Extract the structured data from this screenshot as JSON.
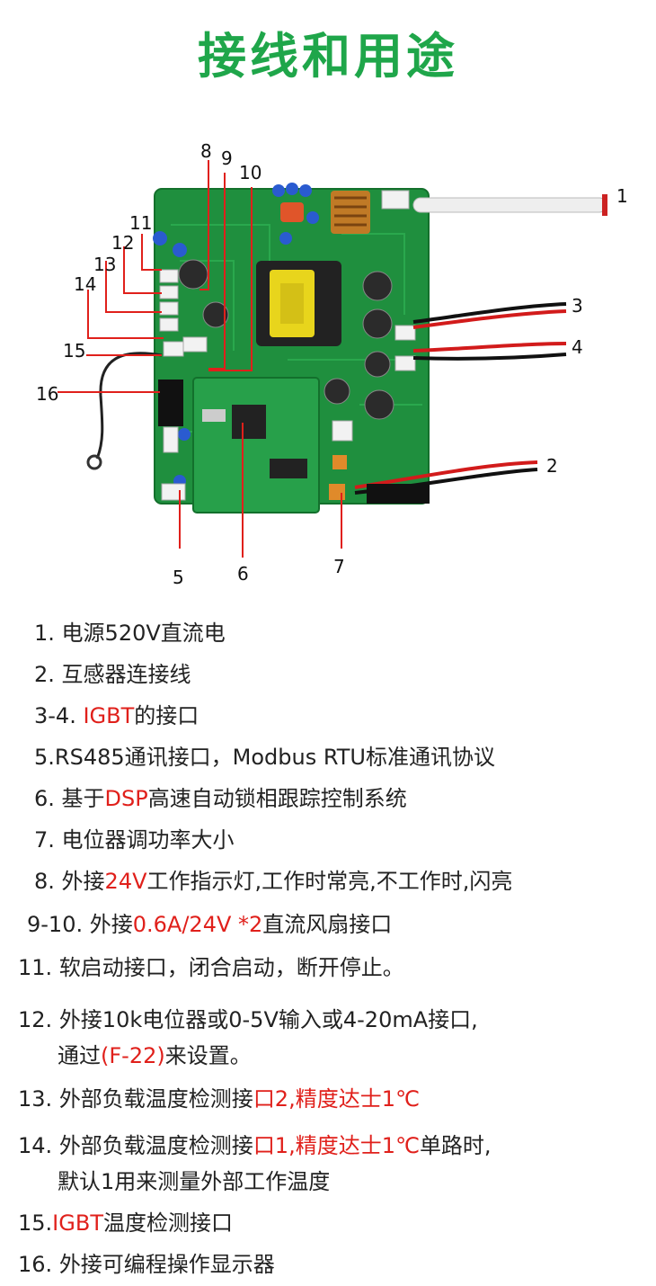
{
  "title": "接线和用途",
  "callouts": [
    "1",
    "2",
    "3",
    "4",
    "5",
    "6",
    "7",
    "8",
    "9",
    "10",
    "11",
    "12",
    "13",
    "14",
    "15",
    "16"
  ],
  "items": [
    {
      "n": "1.",
      "parts": [
        {
          "t": "电源520V直流电",
          "c": ""
        }
      ]
    },
    {
      "n": "2.",
      "parts": [
        {
          "t": "互感器连接线",
          "c": ""
        }
      ]
    },
    {
      "n": "3-4.",
      "parts": [
        {
          "t": "IGBT",
          "c": "red"
        },
        {
          "t": "的接口",
          "c": ""
        }
      ]
    },
    {
      "n": "5.",
      "parts": [
        {
          "t": "RS485通讯接口，Modbus RTU标准通讯协议",
          "c": ""
        }
      ]
    },
    {
      "n": "6.",
      "parts": [
        {
          "t": "基于",
          "c": ""
        },
        {
          "t": "DSP",
          "c": "red"
        },
        {
          "t": "高速自动锁相跟踪控制系统",
          "c": ""
        }
      ]
    },
    {
      "n": "7.",
      "parts": [
        {
          "t": "电位器调功率大小",
          "c": ""
        }
      ]
    },
    {
      "n": "8.",
      "parts": [
        {
          "t": "外接",
          "c": ""
        },
        {
          "t": "24V",
          "c": "red"
        },
        {
          "t": "工作指示灯,工作时常亮,不工作时,闪亮",
          "c": ""
        }
      ]
    },
    {
      "n": "9-10.",
      "parts": [
        {
          "t": "外接",
          "c": ""
        },
        {
          "t": "0.6A/24V *2",
          "c": "red"
        },
        {
          "t": "直流风扇接口",
          "c": ""
        }
      ]
    },
    {
      "n": "11.",
      "parts": [
        {
          "t": "软启动接口，闭合启动，断开停止。",
          "c": ""
        }
      ]
    },
    {
      "n": "12.",
      "parts": [
        {
          "t": "外接10k电位器或0-5V输入或4-20mA接口,",
          "c": ""
        }
      ]
    },
    {
      "n": "",
      "parts": [
        {
          "t": "通过",
          "c": ""
        },
        {
          "t": "(F-22)",
          "c": "red"
        },
        {
          "t": "来设置。",
          "c": ""
        }
      ]
    },
    {
      "n": "13.",
      "parts": [
        {
          "t": "外部负载温度检测接",
          "c": ""
        },
        {
          "t": "口2,精度达士1℃",
          "c": "red"
        }
      ]
    },
    {
      "n": "14.",
      "parts": [
        {
          "t": "外部负载温度检测接",
          "c": ""
        },
        {
          "t": "口1,精度达士1℃",
          "c": "red"
        },
        {
          "t": "单路时,",
          "c": ""
        }
      ]
    },
    {
      "n": "",
      "parts": [
        {
          "t": "默认1用来测量外部工作温度",
          "c": ""
        }
      ]
    },
    {
      "n": "15.",
      "parts": [
        {
          "t": "IGBT",
          "c": "red"
        },
        {
          "t": "温度检测接口",
          "c": ""
        }
      ]
    },
    {
      "n": "16.",
      "parts": [
        {
          "t": "外接可编程操作显示器",
          "c": ""
        }
      ]
    }
  ]
}
